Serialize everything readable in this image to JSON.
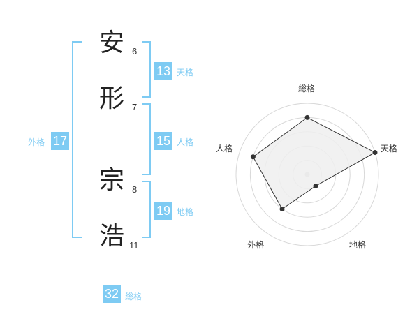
{
  "name": {
    "chars": [
      {
        "char": "安",
        "strokes": "6"
      },
      {
        "char": "形",
        "strokes": "7"
      },
      {
        "char": "宗",
        "strokes": "8"
      },
      {
        "char": "浩",
        "strokes": "11"
      }
    ]
  },
  "scores": {
    "tenkaku": {
      "value": "13",
      "label": "天格"
    },
    "jinkaku": {
      "value": "15",
      "label": "人格"
    },
    "chikaku": {
      "value": "19",
      "label": "地格"
    },
    "gaikaku": {
      "value": "17",
      "label": "外格"
    },
    "soukaku": {
      "value": "32",
      "label": "総格"
    }
  },
  "chart_data": {
    "type": "radar",
    "axes": [
      "総格",
      "天格",
      "地格",
      "外格",
      "人格"
    ],
    "values": [
      4,
      5,
      1,
      3,
      4
    ],
    "max": 5,
    "rings": 5,
    "fill": "#efefef",
    "line_color": "#333333"
  }
}
